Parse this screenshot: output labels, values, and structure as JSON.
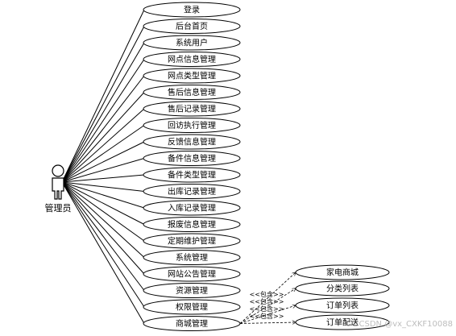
{
  "actor": {
    "name": "管理员"
  },
  "use_cases": [
    "登录",
    "后台首页",
    "系统用户",
    "网点信息管理",
    "网点类型管理",
    "售后信息管理",
    "售后记录管理",
    "回访执行管理",
    "反馈信息管理",
    "备件信息管理",
    "备件类型管理",
    "出库记录管理",
    "入库记录管理",
    "报废信息管理",
    "定期维护管理",
    "系统管理",
    "网站公告管理",
    "资源管理",
    "权限管理",
    "商城管理"
  ],
  "included": [
    "家电商城",
    "分类列表",
    "订单列表",
    "订单配送"
  ],
  "include_label": "<<包含>>",
  "watermark": "CSDN @vx_CXKF10088"
}
